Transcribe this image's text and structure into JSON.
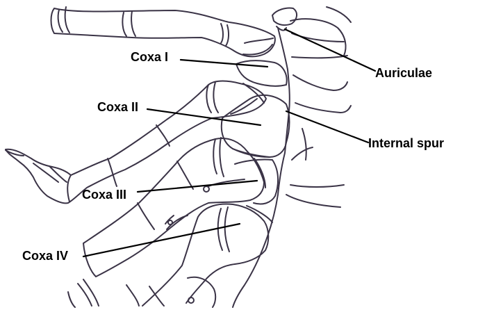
{
  "labels": {
    "coxa_1": "Coxa I",
    "coxa_2": "Coxa II",
    "coxa_3": "Coxa III",
    "coxa_4": "Coxa IV",
    "auriculae": "Auriculae",
    "internal_spur": "Internal spur"
  },
  "colors": {
    "outline": "#3a3346",
    "label_text": "#000000",
    "leader_line": "#000000",
    "background": "#ffffff"
  }
}
